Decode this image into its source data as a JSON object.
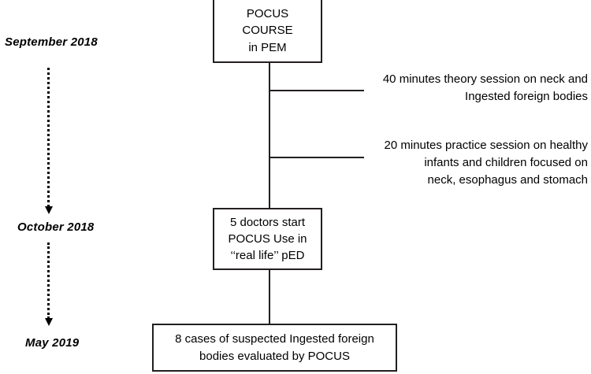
{
  "diagram": {
    "title": "POCUS course and clinical use timeline",
    "accent_color": "#231f20",
    "background_color": "#ffffff"
  },
  "timeline": {
    "labels": [
      {
        "text": "September 2018"
      },
      {
        "text": "October 2018"
      },
      {
        "text": "May 2019"
      }
    ],
    "connectors": [
      {
        "style": "dashed-arrow-down",
        "from": "September 2018",
        "to": "October 2018"
      },
      {
        "style": "dashed-arrow-down",
        "from": "October 2018",
        "to": "May 2019"
      }
    ]
  },
  "flow": {
    "boxes": [
      {
        "id": "course",
        "lines": [
          "POCUS",
          "COURSE",
          "in PEM"
        ],
        "text": "POCUS COURSE in PEM"
      },
      {
        "id": "doctors",
        "lines": [
          "5 doctors start",
          "POCUS Use in",
          "‘‘real life’’ pED"
        ],
        "text": "5 doctors start POCUS Use in ‘‘real life’’ pED"
      },
      {
        "id": "cases",
        "lines": [
          "8 cases of suspected Ingested foreign",
          "bodies evaluated by POCUS"
        ],
        "text": "8 cases of suspected Ingested foreign bodies evaluated by POCUS"
      }
    ],
    "branches": [
      {
        "id": "theory",
        "lines": [
          "40 minutes theory session on neck and",
          "Ingested foreign bodies"
        ],
        "text": "40 minutes theory session on neck and Ingested foreign bodies"
      },
      {
        "id": "practice",
        "lines": [
          "20 minutes practice session on healthy",
          "infants and children focused on",
          "neck, esophagus and stomach"
        ],
        "text": "20 minutes practice session on healthy infants and children focused on neck, esophagus and stomach"
      }
    ]
  }
}
